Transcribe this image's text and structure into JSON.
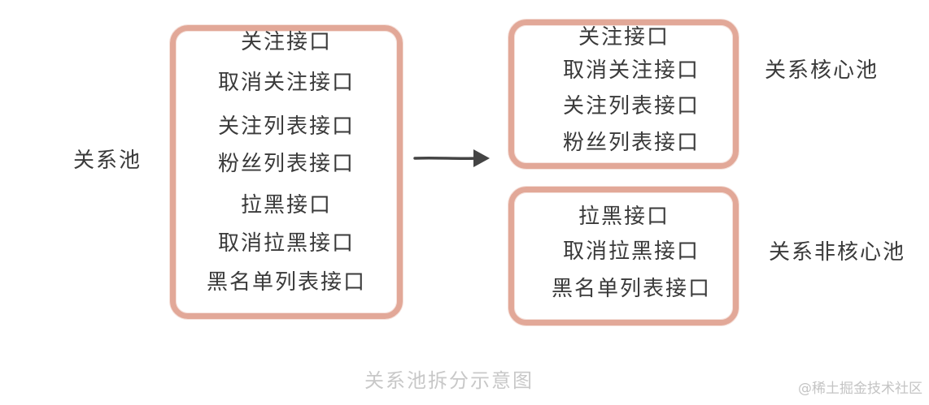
{
  "left_label": "关系池",
  "left_pool": {
    "items": [
      "关注接口",
      "取消关注接口",
      "关注列表接口",
      "粉丝列表接口",
      "拉黑接口",
      "取消拉黑接口",
      "黑名单列表接口"
    ]
  },
  "core_pool": {
    "label": "关系核心池",
    "items": [
      "关注接口",
      "取消关注接口",
      "关注列表接口",
      "粉丝列表接口"
    ]
  },
  "noncore_pool": {
    "label": "关系非核心池",
    "items": [
      "拉黑接口",
      "取消拉黑接口",
      "黑名单列表接口"
    ]
  },
  "caption": "关系池拆分示意图",
  "watermark": "@稀土掘金技术社区",
  "colors": {
    "box_border": "#e2a898",
    "text": "#3a3a3a",
    "arrow": "#444444",
    "caption": "#c8c8c8"
  }
}
